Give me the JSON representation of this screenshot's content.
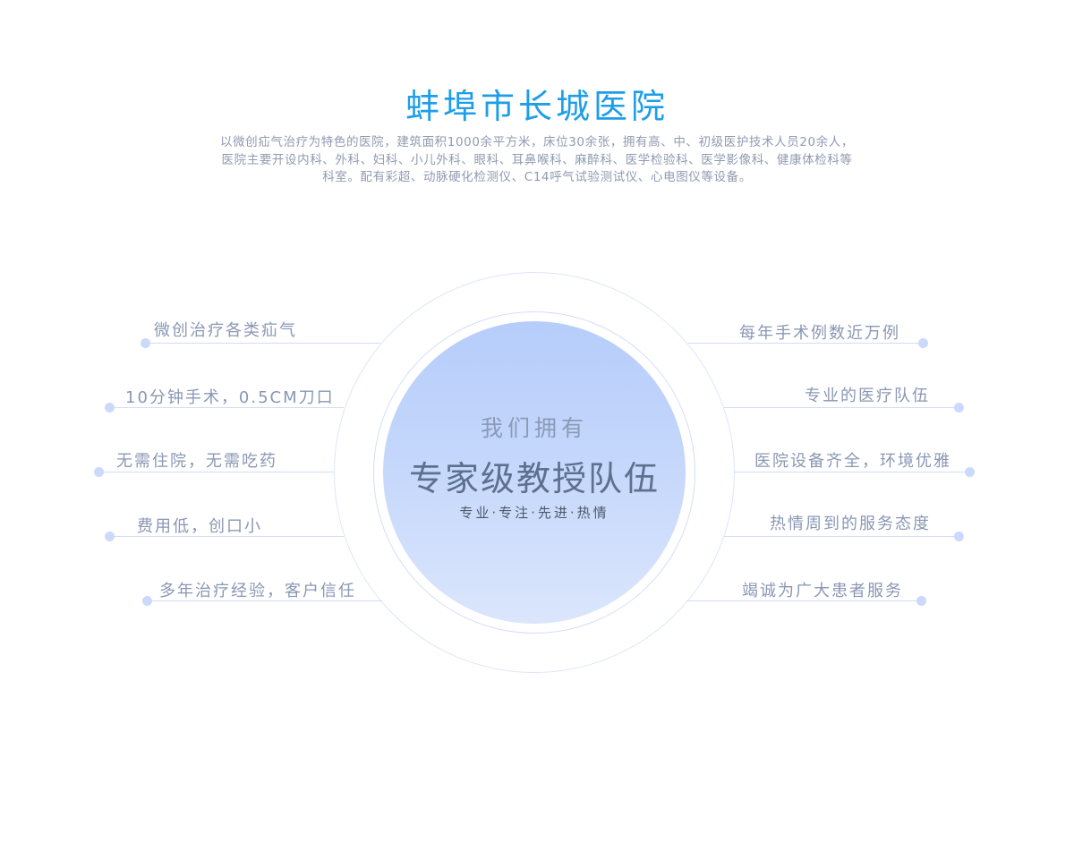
{
  "header": {
    "title": "蚌埠市长城医院",
    "intro_lines": [
      "以微创疝气治疗为特色的医院，建筑面积1000余平方米，床位30余张，拥有高、中、初级医护技术人员20余人，",
      "医院主要开设内科、外科、妇科、小儿外科、眼科、耳鼻喉科、麻醉科、医学检验科、医学影像科、健康体检科等",
      "科室。配有彩超、动脉硬化检测仪、C14呼气试验测试仪、心电图仪等设备。"
    ]
  },
  "center": {
    "kicker": "我们拥有",
    "main": "专家级教授队伍",
    "tags": "专业·专注·先进·热情"
  },
  "features_left": [
    "微创治疗各类疝气",
    "10分钟手术，0.5CM刀口",
    "无需住院，无需吃药",
    "费用低，创口小",
    "多年治疗经验，客户信任"
  ],
  "features_right": [
    "每年手术例数近万例",
    "专业的医疗队伍",
    "医院设备齐全，环境优雅",
    "热情周到的服务态度",
    "竭诚为广大患者服务"
  ],
  "colors": {
    "title": "#1e9ee8",
    "text_muted": "#8f9bb0",
    "accent_light": "#cbd9fb"
  }
}
